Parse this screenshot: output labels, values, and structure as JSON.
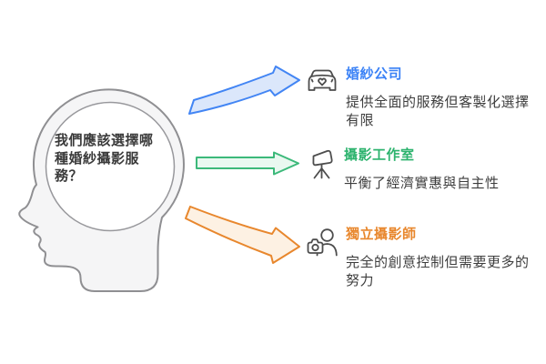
{
  "question": {
    "full": "我們應該選擇哪種婚紗攝影服務？",
    "lines": [
      "我們應該選擇哪",
      "種婚紗攝影服",
      "務？"
    ]
  },
  "options": [
    {
      "label": "婚紗公司",
      "description": "提供全面的服務但客製化選擇有限",
      "accent_color": "#3b82f6",
      "icon": "wedding-car-icon",
      "arrow": {
        "shape": "curved-up-right",
        "stroke": "#4285f4",
        "fill": "#dbe7fb"
      }
    },
    {
      "label": "攝影工作室",
      "description": "平衡了經濟實惠與自主性",
      "accent_color": "#2db36e",
      "icon": "studio-light-icon",
      "arrow": {
        "shape": "straight-right",
        "stroke": "#3cb97a",
        "fill": "#e9f8f0"
      }
    },
    {
      "label": "獨立攝影師",
      "description": "完全的創意控制但需要更多的努力",
      "accent_color": "#e8872d",
      "icon": "photographer-icon",
      "arrow": {
        "shape": "curved-down-right",
        "stroke": "#e8872d",
        "fill": "#fdf1e3"
      }
    }
  ],
  "head": {
    "fill": "#f5f5f6",
    "stroke": "#8f8f92"
  }
}
